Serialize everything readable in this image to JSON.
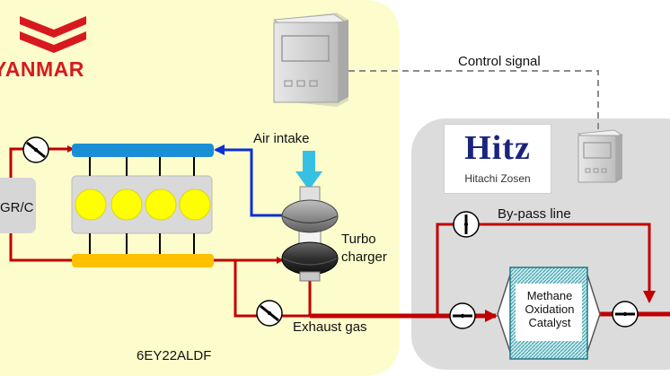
{
  "labels": {
    "company_logo": "YANMAR",
    "control_signal": "Control signal",
    "air_intake": "Air intake",
    "turbo_charger_line1": "Turbo",
    "turbo_charger_line2": "charger",
    "egr": "GR/C",
    "engine_model": "6EY22ALDF",
    "exhaust_gas": "Exhaust gas",
    "bypass_line": "By-pass line",
    "catalyst_line1": "Methane",
    "catalyst_line2": "Oxidation",
    "catalyst_line3": "Catalyst",
    "hitz_logo": "Hitz",
    "hitz_company": "Hitachi Zosen"
  },
  "colors": {
    "engine_zone": "#fdfccc",
    "catalyst_zone": "#dcdcdc",
    "pipe_red": "#c00000",
    "pipe_blue": "#0a2fd6",
    "intake_manifold": "#1b8fd6",
    "exhaust_manifold": "#ffc000",
    "cylinders": "#ffff00",
    "air_arrow": "#36c0e3",
    "brand_red": "#d7191f",
    "hitz_blue": "#1a237e"
  },
  "icons": [
    "yanmar-chevron-logo",
    "control-unit-icon",
    "valve-icon",
    "turbocharger-icon",
    "catalyst-icon"
  ]
}
